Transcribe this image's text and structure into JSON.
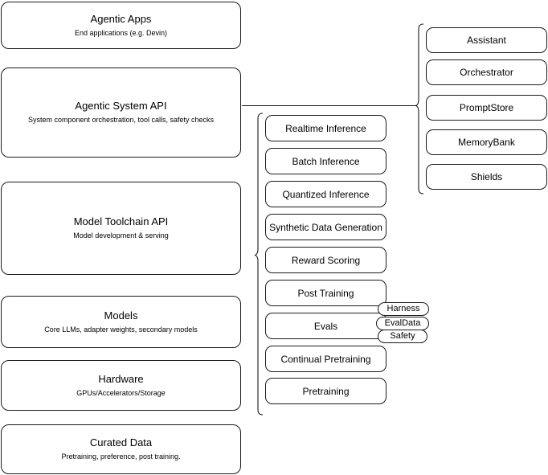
{
  "diagram": {
    "title": "AI stack layers diagram",
    "stroke_color": "#1a1a1a",
    "background_color": "#ffffff",
    "layers": [
      {
        "title": "Agentic Apps",
        "subtitle": "End applications (e.g. Devin)"
      },
      {
        "title": "Agentic System API",
        "subtitle": "System component orchestration, tool calls, safety checks"
      },
      {
        "title": "Model Toolchain API",
        "subtitle": "Model development & serving"
      },
      {
        "title": "Models",
        "subtitle": "Core LLMs, adapter weights, secondary models"
      },
      {
        "title": "Hardware",
        "subtitle": "GPUs/Accelerators/Storage"
      },
      {
        "title": "Curated Data",
        "subtitle": "Pretraining, preference, post training."
      }
    ],
    "toolchain_capabilities": [
      {
        "label": "Realtime Inference"
      },
      {
        "label": "Batch Inference"
      },
      {
        "label": "Quantized Inference"
      },
      {
        "label": "Synthetic Data Generation"
      },
      {
        "label": "Reward Scoring"
      },
      {
        "label": "Post Training"
      },
      {
        "label": "Evals"
      },
      {
        "label": "Continual Pretraining"
      },
      {
        "label": "Pretraining"
      }
    ],
    "eval_tags": [
      {
        "label": "Harness"
      },
      {
        "label": "EvalData"
      },
      {
        "label": "Safety"
      }
    ],
    "agentic_components": [
      {
        "label": "Assistant"
      },
      {
        "label": "Orchestrator"
      },
      {
        "label": "PromptStore"
      },
      {
        "label": "MemoryBank"
      },
      {
        "label": "Shields"
      }
    ]
  }
}
